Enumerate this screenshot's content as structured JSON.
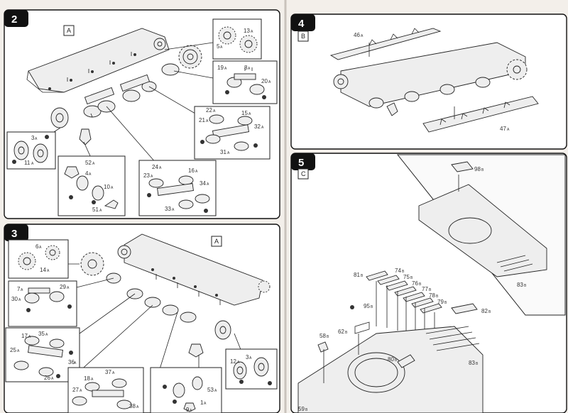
{
  "steps": [
    {
      "number": "2",
      "section": "A",
      "labels": [
        {
          "text": "13",
          "suffix": "A"
        },
        {
          "text": "5",
          "suffix": "A"
        },
        {
          "text": "19",
          "suffix": "A"
        },
        {
          "text": "8",
          "suffix": "A"
        },
        {
          "text": "20",
          "suffix": "A"
        },
        {
          "text": "22",
          "suffix": "A"
        },
        {
          "text": "15",
          "suffix": "A"
        },
        {
          "text": "21",
          "suffix": "A"
        },
        {
          "text": "32",
          "suffix": "A"
        },
        {
          "text": "31",
          "suffix": "A"
        },
        {
          "text": "3",
          "suffix": "A"
        },
        {
          "text": "11",
          "suffix": "A"
        },
        {
          "text": "52",
          "suffix": "A"
        },
        {
          "text": "4",
          "suffix": "A"
        },
        {
          "text": "10",
          "suffix": "A"
        },
        {
          "text": "51",
          "suffix": "A"
        },
        {
          "text": "24",
          "suffix": "A"
        },
        {
          "text": "16",
          "suffix": "A"
        },
        {
          "text": "23",
          "suffix": "A"
        },
        {
          "text": "34",
          "suffix": "A"
        },
        {
          "text": "33",
          "suffix": "A"
        }
      ]
    },
    {
      "number": "3",
      "section": "A",
      "labels": [
        {
          "text": "6",
          "suffix": "A"
        },
        {
          "text": "14",
          "suffix": "A"
        },
        {
          "text": "7",
          "suffix": "A"
        },
        {
          "text": "29",
          "suffix": "A"
        },
        {
          "text": "30",
          "suffix": "A"
        },
        {
          "text": "17",
          "suffix": "A"
        },
        {
          "text": "35",
          "suffix": "A"
        },
        {
          "text": "25",
          "suffix": "A"
        },
        {
          "text": "36",
          "suffix": "A"
        },
        {
          "text": "26",
          "suffix": "A"
        },
        {
          "text": "18",
          "suffix": "A"
        },
        {
          "text": "37",
          "suffix": "A"
        },
        {
          "text": "27",
          "suffix": "A"
        },
        {
          "text": "38",
          "suffix": "A"
        },
        {
          "text": "3",
          "suffix": "A"
        },
        {
          "text": "12",
          "suffix": "A"
        },
        {
          "text": "53",
          "suffix": "A"
        },
        {
          "text": "1",
          "suffix": "A"
        },
        {
          "text": "9",
          "suffix": "A"
        }
      ]
    },
    {
      "number": "4",
      "section": "B",
      "labels": [
        {
          "text": "46",
          "suffix": "A"
        },
        {
          "text": "47",
          "suffix": "A"
        }
      ]
    },
    {
      "number": "5",
      "section": "C",
      "labels": [
        {
          "text": "98",
          "suffix": "B"
        },
        {
          "text": "83",
          "suffix": "B"
        },
        {
          "text": "81",
          "suffix": "B"
        },
        {
          "text": "74",
          "suffix": "B"
        },
        {
          "text": "75",
          "suffix": "B"
        },
        {
          "text": "76",
          "suffix": "B"
        },
        {
          "text": "77",
          "suffix": "B"
        },
        {
          "text": "78",
          "suffix": "B"
        },
        {
          "text": "79",
          "suffix": "B"
        },
        {
          "text": "82",
          "suffix": "B"
        },
        {
          "text": "95",
          "suffix": "B"
        },
        {
          "text": "62",
          "suffix": "B"
        },
        {
          "text": "58",
          "suffix": "B"
        },
        {
          "text": "80",
          "suffix": "B"
        },
        {
          "text": "83",
          "suffix": "B"
        },
        {
          "text": "59",
          "suffix": "B"
        }
      ]
    }
  ],
  "callout_letter": "A",
  "callout_letter_b": "B"
}
